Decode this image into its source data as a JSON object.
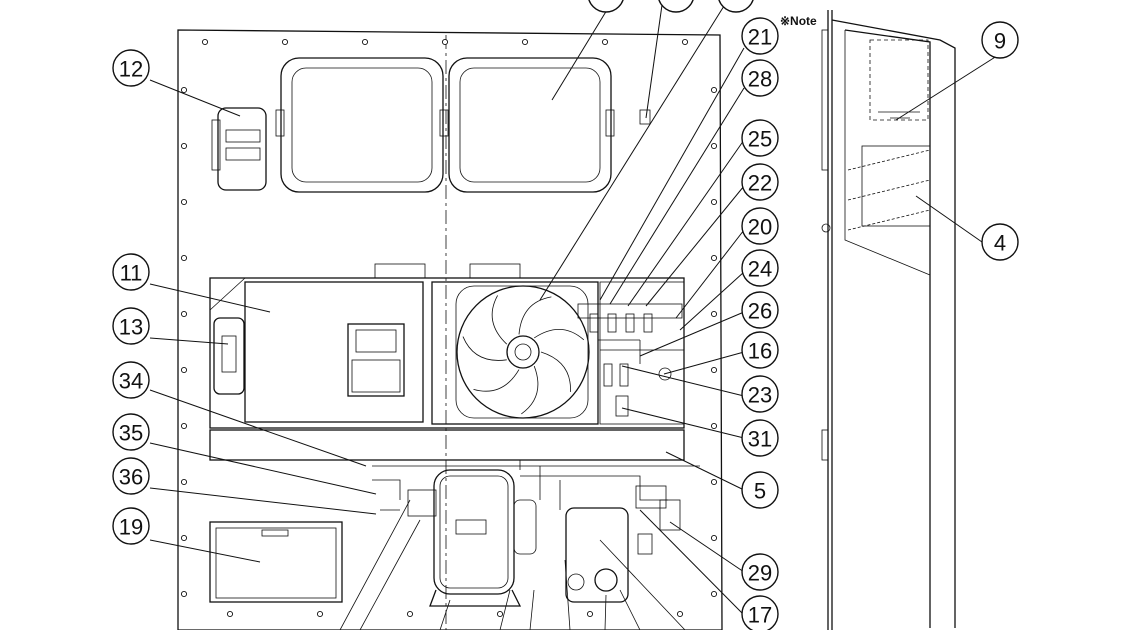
{
  "note_label": "※Note",
  "callouts_left": [
    "12",
    "11",
    "13",
    "34",
    "35",
    "36",
    "19"
  ],
  "callouts_top": [
    "21",
    "28",
    "25",
    "22",
    "20",
    "24",
    "26",
    "16",
    "23",
    "31",
    "5",
    "29",
    "17"
  ],
  "callouts_side": [
    "9",
    "4"
  ]
}
